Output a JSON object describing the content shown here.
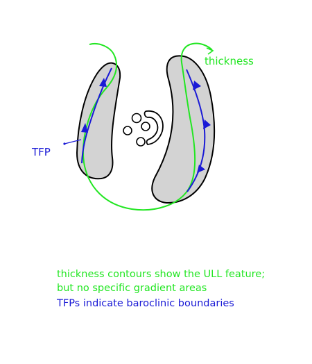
{
  "colors": {
    "green": "#22e622",
    "blue": "#1a1ad6",
    "shape_fill": "#d3d3d3",
    "outline": "#000000"
  },
  "labels": {
    "thickness": "thickness",
    "tfp": "TFP"
  },
  "caption": {
    "line1": "thickness contours show the ULL feature;",
    "line2": "but no specific gradient areas",
    "line3": "TFPs indicate baroclinic boundaries"
  }
}
